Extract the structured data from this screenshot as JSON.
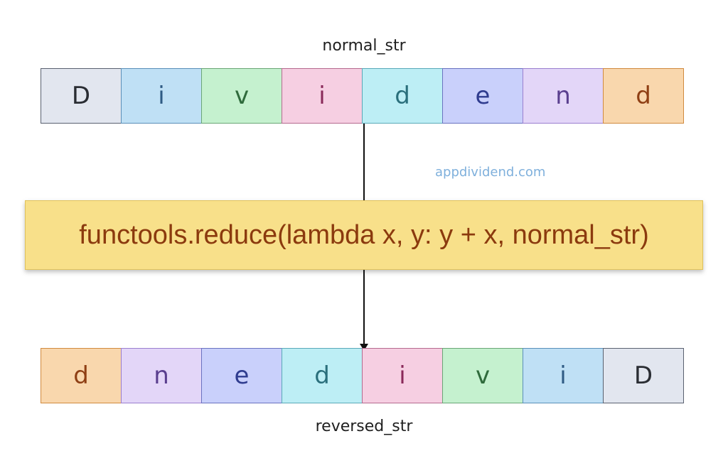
{
  "top_label": "normal_str",
  "bottom_label": "reversed_str",
  "watermark": "appdividend.com",
  "function_call": "functools.reduce(lambda x, y: y + x, normal_str)",
  "colors": {
    "function_box_fill": "#f8e08a",
    "function_text": "#8b3a0e",
    "watermark": "#7fb0dc"
  },
  "normal_str": [
    {
      "char": "D",
      "fill": "#e2e6ef",
      "border": "#5a6170",
      "color": "#2a2d33"
    },
    {
      "char": "i",
      "fill": "#bfe0f5",
      "border": "#5a8fb8",
      "color": "#2f5b84"
    },
    {
      "char": "v",
      "fill": "#c5f1cf",
      "border": "#6aa676",
      "color": "#2f6b3c"
    },
    {
      "char": "i",
      "fill": "#f6cfe2",
      "border": "#b56a8f",
      "color": "#8a2a5a"
    },
    {
      "char": "d",
      "fill": "#bdeef5",
      "border": "#5aa9b8",
      "color": "#2a6f7c"
    },
    {
      "char": "e",
      "fill": "#c9d0fb",
      "border": "#6a72c0",
      "color": "#2f3c8f"
    },
    {
      "char": "n",
      "fill": "#e3d6f8",
      "border": "#9a7fcf",
      "color": "#5a3f8f"
    },
    {
      "char": "d",
      "fill": "#f9d7ad",
      "border": "#d08a3f",
      "color": "#8f3f14"
    }
  ],
  "reversed_str": [
    {
      "char": "d",
      "fill": "#f9d7ad",
      "border": "#d08a3f",
      "color": "#8f3f14"
    },
    {
      "char": "n",
      "fill": "#e3d6f8",
      "border": "#9a7fcf",
      "color": "#5a3f8f"
    },
    {
      "char": "e",
      "fill": "#c9d0fb",
      "border": "#6a72c0",
      "color": "#2f3c8f"
    },
    {
      "char": "d",
      "fill": "#bdeef5",
      "border": "#5aa9b8",
      "color": "#2a6f7c"
    },
    {
      "char": "i",
      "fill": "#f6cfe2",
      "border": "#b56a8f",
      "color": "#8a2a5a"
    },
    {
      "char": "v",
      "fill": "#c5f1cf",
      "border": "#6aa676",
      "color": "#2f6b3c"
    },
    {
      "char": "i",
      "fill": "#bfe0f5",
      "border": "#5a8fb8",
      "color": "#2f5b84"
    },
    {
      "char": "D",
      "fill": "#e2e6ef",
      "border": "#5a6170",
      "color": "#2a2d33"
    }
  ]
}
